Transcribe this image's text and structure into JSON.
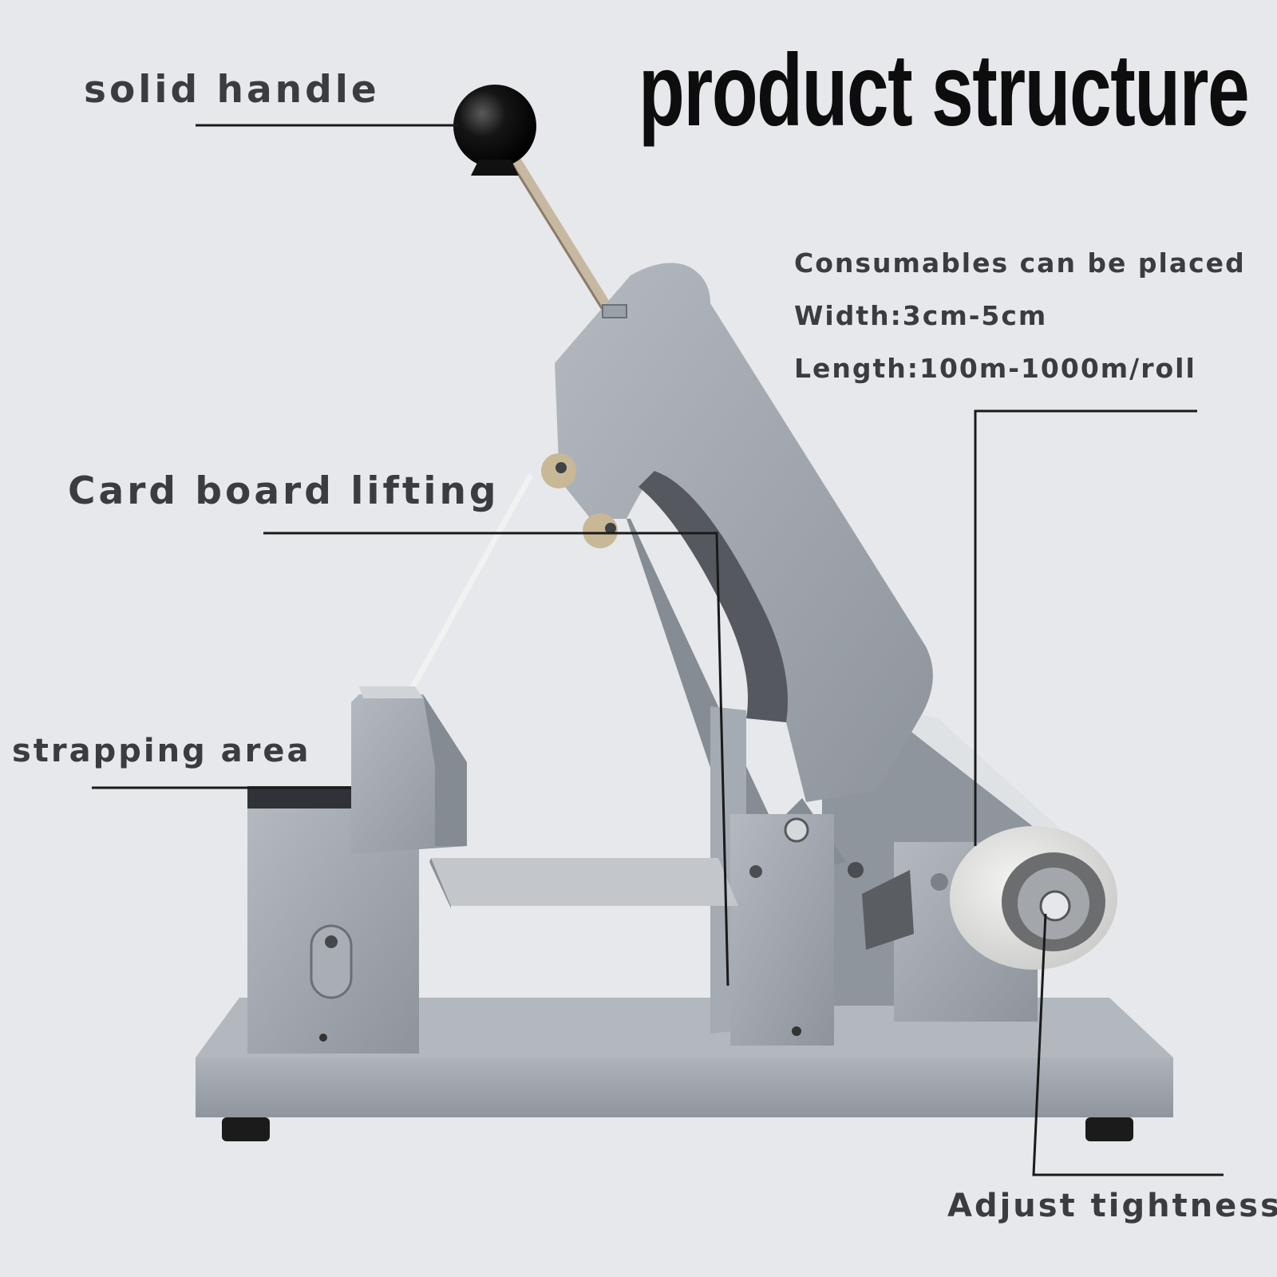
{
  "title": "product structure",
  "callouts": {
    "handle": "solid handle",
    "lifting": "Card board lifting",
    "strapping": "strapping area",
    "tightness": "Adjust tightness"
  },
  "specs": [
    "Consumables can be placed",
    "Width:3cm-5cm",
    "Length:100m-1000m/roll"
  ],
  "colors": {
    "background": "#e6e8eb",
    "metal": "#9aa0a8",
    "metal_dark": "#6f757d",
    "leader_line": "#1a1a1a",
    "label_text": "#3a3c40",
    "title_text": "#0d0d0d"
  }
}
